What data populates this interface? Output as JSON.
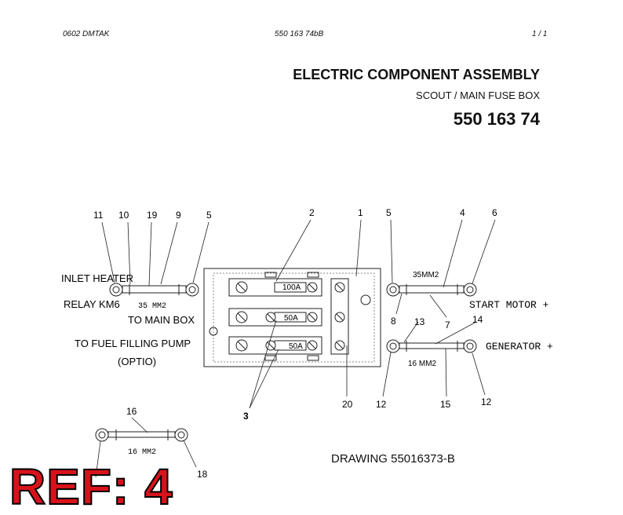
{
  "header": {
    "left": "0602   DMTAK",
    "code": "550 163 74bB",
    "page": "1 /   1"
  },
  "title": "ELECTRIC COMPONENT ASSEMBLY",
  "subtitle": "SCOUT / MAIN FUSE BOX",
  "part_number": "550 163 74",
  "labels": {
    "inlet_heater": "INLET HEATER",
    "relay": "RELAY KM6",
    "to_main_box": "TO MAIN BOX",
    "fuel_pump": "TO FUEL FILLING PUMP",
    "optio": "(OPTIO)",
    "start_motor": "START MOTOR +",
    "generator": "GENERATOR +"
  },
  "cables": {
    "left": "35 MM2",
    "start_motor": "35MM2",
    "generator": "16 MM2",
    "spare": "16 MM2"
  },
  "fuses": [
    "100A",
    "50A",
    "50A"
  ],
  "callouts": {
    "n11": "11",
    "n10": "10",
    "n19": "19",
    "n9": "9",
    "n5a": "5",
    "n2": "2",
    "n1": "1",
    "n5b": "5",
    "n4": "4",
    "n6": "6",
    "n8": "8",
    "n13": "13",
    "n7": "7",
    "n14": "14",
    "n12a": "12",
    "n15": "15",
    "n12b": "12",
    "n20": "20",
    "n3": "3",
    "n16": "16",
    "n18": "18"
  },
  "drawing": "DRAWING 55016373-B",
  "ref": "REF: 4"
}
